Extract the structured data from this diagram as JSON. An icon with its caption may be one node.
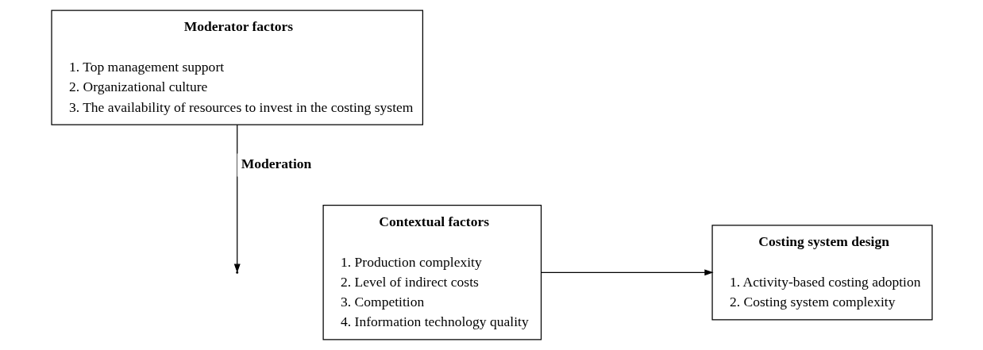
{
  "diagram": {
    "nodes": [
      {
        "text": [
          "Moderator factors",
          "1. Top management support",
          "2. Organizational culture",
          "3. The availability of resources to invest in the costing system"
        ]
      },
      {
        "text": [
          "Contextual factors",
          "1. Production complexity",
          "2. Level of indirect costs",
          "3. Competition",
          "4. Information technology quality"
        ]
      },
      {
        "text": [
          "Costing system design",
          "1. Activity-based costing adoption",
          "2. Costing system complexity"
        ]
      }
    ],
    "edges": [
      {
        "from": 0,
        "to": null,
        "arrow": "to",
        "label": "Moderation"
      },
      {
        "from": 1,
        "to": 2,
        "arrow": "to"
      }
    ]
  }
}
